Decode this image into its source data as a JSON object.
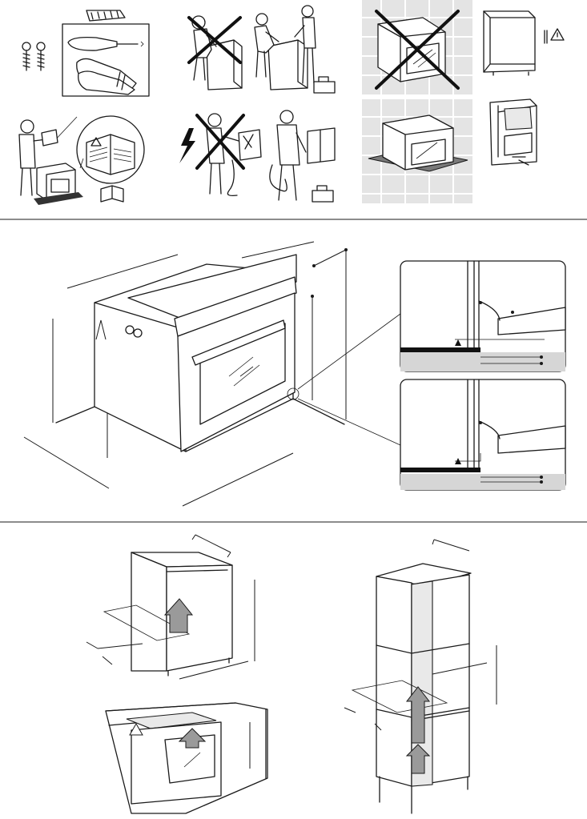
{
  "page": {
    "background": "#ffffff",
    "line_color": "#1a1a1a",
    "tile_color": "#e4e4e4",
    "arrow_color": "#9a9a9a"
  },
  "sections": [
    {
      "id": "safety-panel",
      "panels": [
        "tools-needed",
        "two-person-lift",
        "read-manual",
        "electrical-warning",
        "protective-gear",
        "no-floor-placement",
        "pallet-placement",
        "cabinet-warning"
      ]
    },
    {
      "id": "dimensions-panel",
      "panels": [
        "oven-dimensions",
        "detail-flush",
        "detail-offset"
      ]
    },
    {
      "id": "cabinet-panel",
      "panels": [
        "under-counter-cabinet",
        "countertop-install",
        "tall-cabinet"
      ]
    }
  ],
  "icons": {
    "warning": "warning-triangle-icon",
    "book": "manual-book-icon",
    "lightning": "lightning-bolt-icon"
  },
  "warning_symbol": "⚠"
}
